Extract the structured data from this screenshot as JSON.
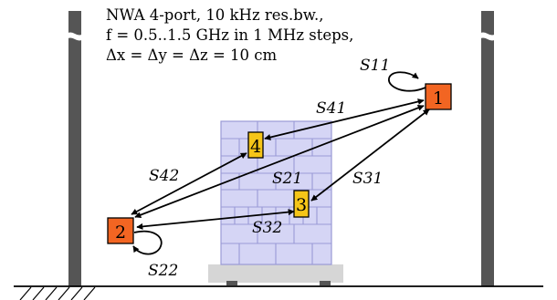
{
  "annotation": {
    "line1": "NWA 4-port, 10 kHz res.bw.,",
    "line2": "f = 0.5..1.5 GHz in 1 MHz steps,",
    "line3": "Δx = Δy = Δz = 10 cm"
  },
  "ports": [
    {
      "label": "1",
      "color": "#f26522"
    },
    {
      "label": "2",
      "color": "#f26522"
    },
    {
      "label": "3",
      "color": "#f5c518"
    },
    {
      "label": "4",
      "color": "#f5c518"
    }
  ],
  "s_params": {
    "s11": "S11",
    "s21": "S21",
    "s31": "S31",
    "s41": "S41",
    "s32": "S32",
    "s42": "S42",
    "s22": "S22"
  },
  "colors": {
    "pillar": "#555555",
    "brick_fill": "#d5d5f5",
    "brick_line": "#9a9ad6",
    "pallet": "#d6d6d6",
    "antenna_tx": "#f26522",
    "antenna_rx": "#f5c518"
  }
}
